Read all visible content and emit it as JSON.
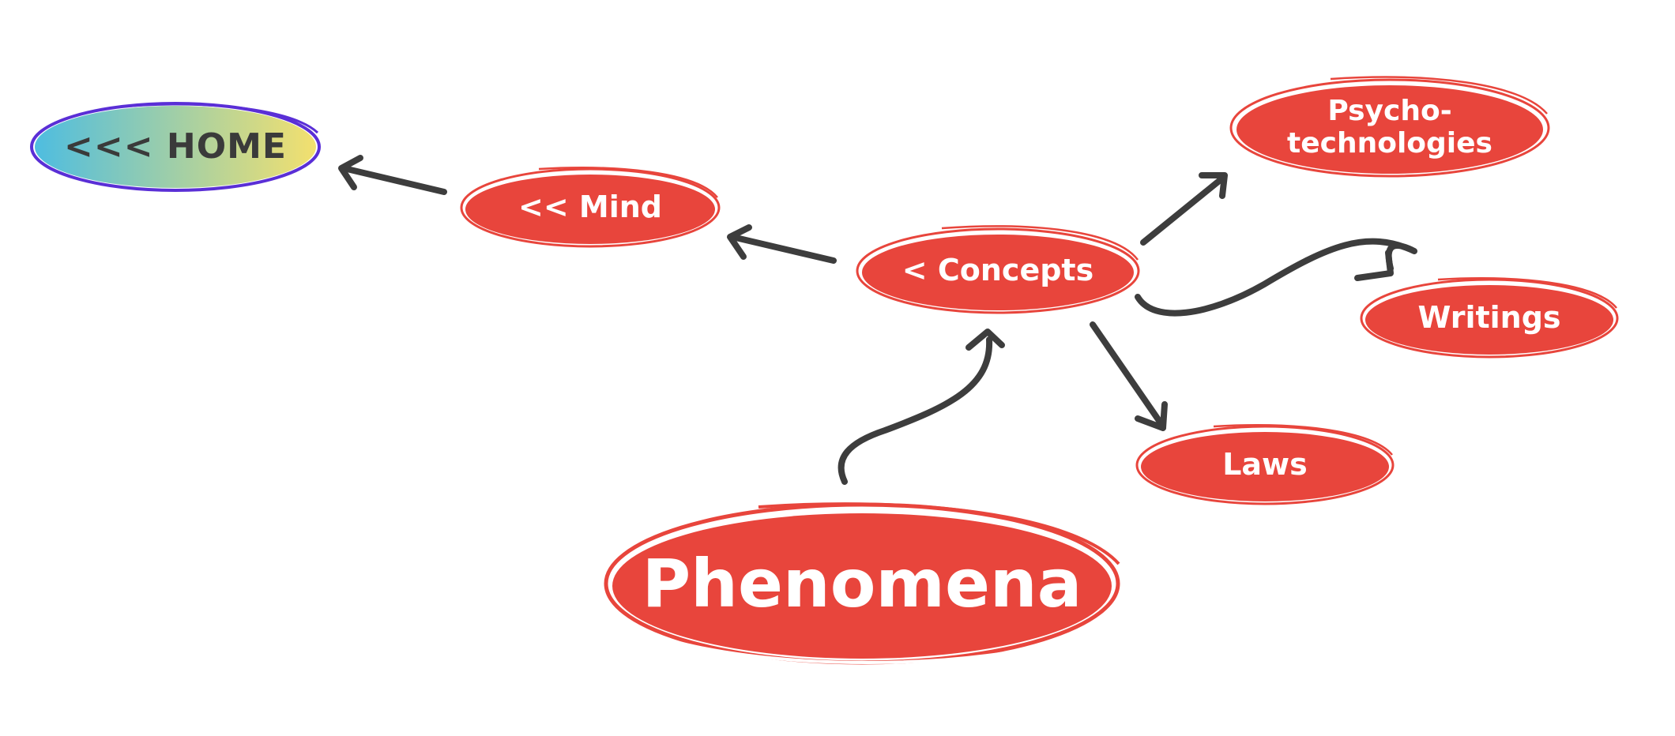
{
  "colors": {
    "node_fill": "#e8453c",
    "node_outline": "#e8453c",
    "text_on_node": "#ffffff",
    "arrow": "#3d3d3d",
    "home_gradient_start": "#4ebde0",
    "home_gradient_end": "#f3e06e",
    "home_outline": "#5a2fd6",
    "home_text": "#3a3a3a"
  },
  "nodes": {
    "home": {
      "label": "<<< HOME"
    },
    "mind": {
      "label": "<< Mind"
    },
    "concepts": {
      "label": "< Concepts"
    },
    "psychotechnologies": {
      "line1": "Psycho-",
      "line2": "technologies"
    },
    "writings": {
      "label": "Writings"
    },
    "laws": {
      "label": "Laws"
    },
    "phenomena": {
      "label": "Phenomena"
    }
  },
  "edges": [
    {
      "from": "mind",
      "to": "home"
    },
    {
      "from": "concepts",
      "to": "mind"
    },
    {
      "from": "concepts",
      "to": "psychotechnologies"
    },
    {
      "from": "concepts",
      "to": "writings"
    },
    {
      "from": "concepts",
      "to": "laws"
    },
    {
      "from": "phenomena",
      "to": "concepts"
    }
  ]
}
